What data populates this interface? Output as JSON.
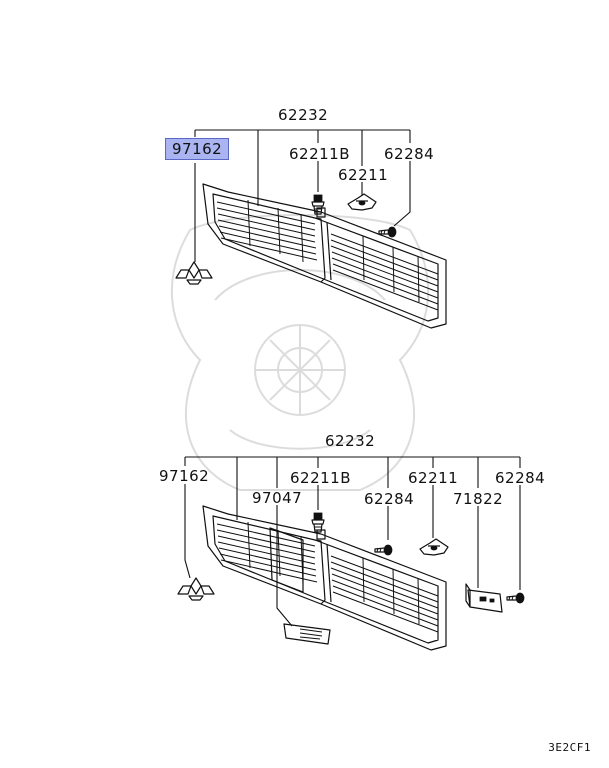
{
  "diagram": {
    "page_code": "3E2CF1",
    "highlight_color": "#a9b4f0",
    "assemblies": [
      {
        "id": "upper",
        "parts": [
          {
            "key": "grille",
            "number": "62232"
          },
          {
            "key": "emblem",
            "number": "97162",
            "highlighted": true
          },
          {
            "key": "clip",
            "number": "62211B"
          },
          {
            "key": "nut",
            "number": "62211"
          },
          {
            "key": "screw",
            "number": "62284"
          }
        ]
      },
      {
        "id": "lower",
        "parts": [
          {
            "key": "grille",
            "number": "62232"
          },
          {
            "key": "emblem",
            "number": "97162"
          },
          {
            "key": "clip",
            "number": "62211B"
          },
          {
            "key": "badge",
            "number": "97047"
          },
          {
            "key": "screw-a",
            "number": "62284"
          },
          {
            "key": "nut",
            "number": "62211"
          },
          {
            "key": "bracket",
            "number": "71822"
          },
          {
            "key": "screw-b",
            "number": "62284"
          }
        ]
      }
    ]
  }
}
